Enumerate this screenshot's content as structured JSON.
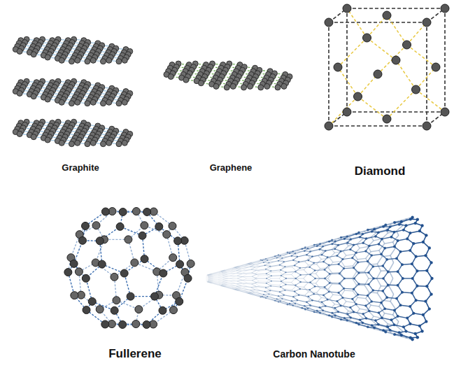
{
  "diagram": {
    "labels": [
      "Graphite",
      "Graphene",
      "Diamond",
      "Fullerene",
      "Carbon Nanotube"
    ]
  }
}
